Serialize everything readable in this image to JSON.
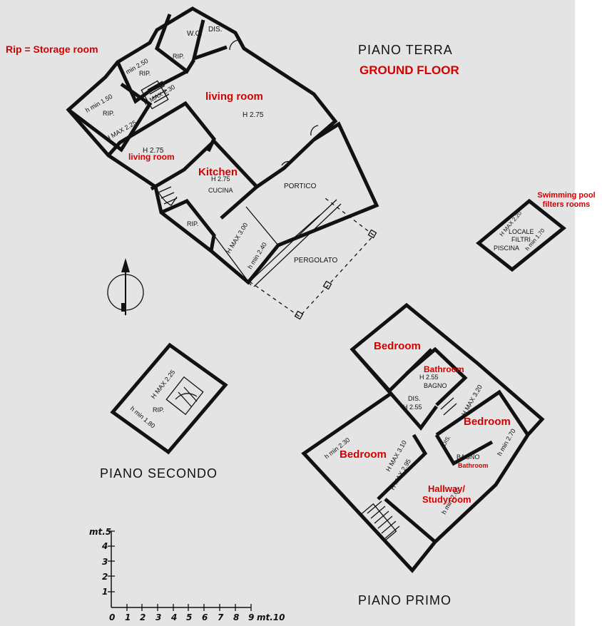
{
  "legend": {
    "rip_note": "Rip = Storage room"
  },
  "ground_floor": {
    "title_it": "PIANO TERRA",
    "title_en": "GROUND FLOOR",
    "labels": {
      "wc": "W.C.",
      "dis": "DIS.",
      "rip": "RIP.",
      "h_min_150": "h min 1.50",
      "h_min_250": "h min 2.50",
      "h_max_225": "H MAX 2.25",
      "h_max_230": "H MAX 2.30",
      "h_275": "H 2.75",
      "cucina": "CUCINA",
      "portico": "PORTICO",
      "pergolato": "PERGOLATO",
      "h_max_300": "H MAX 3.00",
      "h_min_240": "h min 2.40"
    },
    "annotations": {
      "living_room": "living room",
      "kitchen": "Kitchen"
    }
  },
  "pool_room": {
    "annotation_line1": "Swimming pool",
    "annotation_line2": "filters rooms",
    "locale": "LOCALE",
    "filtri": "FILTRI",
    "piscina": "PISCINA",
    "h_max_220": "H MAX 2.20",
    "h_min_170": "h min 1.70"
  },
  "second_floor": {
    "title": "PIANO SECONDO",
    "h_max_225": "H MAX 2.25",
    "rip": "RIP.",
    "h_min_180": "h min 1.80"
  },
  "first_floor": {
    "title": "PIANO PRIMO",
    "labels": {
      "h_255": "H 2.55",
      "bagno": "BAGNO",
      "dis": "DIS.",
      "h_max_320": "H MAX 3.20",
      "h_min_230": "h min 2.30",
      "h_max_310": "H MAX 3.10",
      "h_max_295": "H MAX 2.95",
      "h_min_270": "h min 2.70",
      "h_min_265": "h min 2.65"
    },
    "annotations": {
      "bedroom": "Bedroom",
      "bathroom": "Bathroom",
      "hallway_line1": "Hallway/",
      "hallway_line2": "Studyroom"
    }
  },
  "scale": {
    "unit_y": "mt.5",
    "unit_x": "mt.10",
    "y_ticks": [
      "4",
      "3",
      "2",
      "1"
    ],
    "x_ticks": [
      "0",
      "1",
      "2",
      "3",
      "4",
      "5",
      "6",
      "7",
      "8",
      "9"
    ]
  },
  "colors": {
    "annotation": "#d40000",
    "background": "#e4e4e4",
    "ink": "#111111"
  }
}
